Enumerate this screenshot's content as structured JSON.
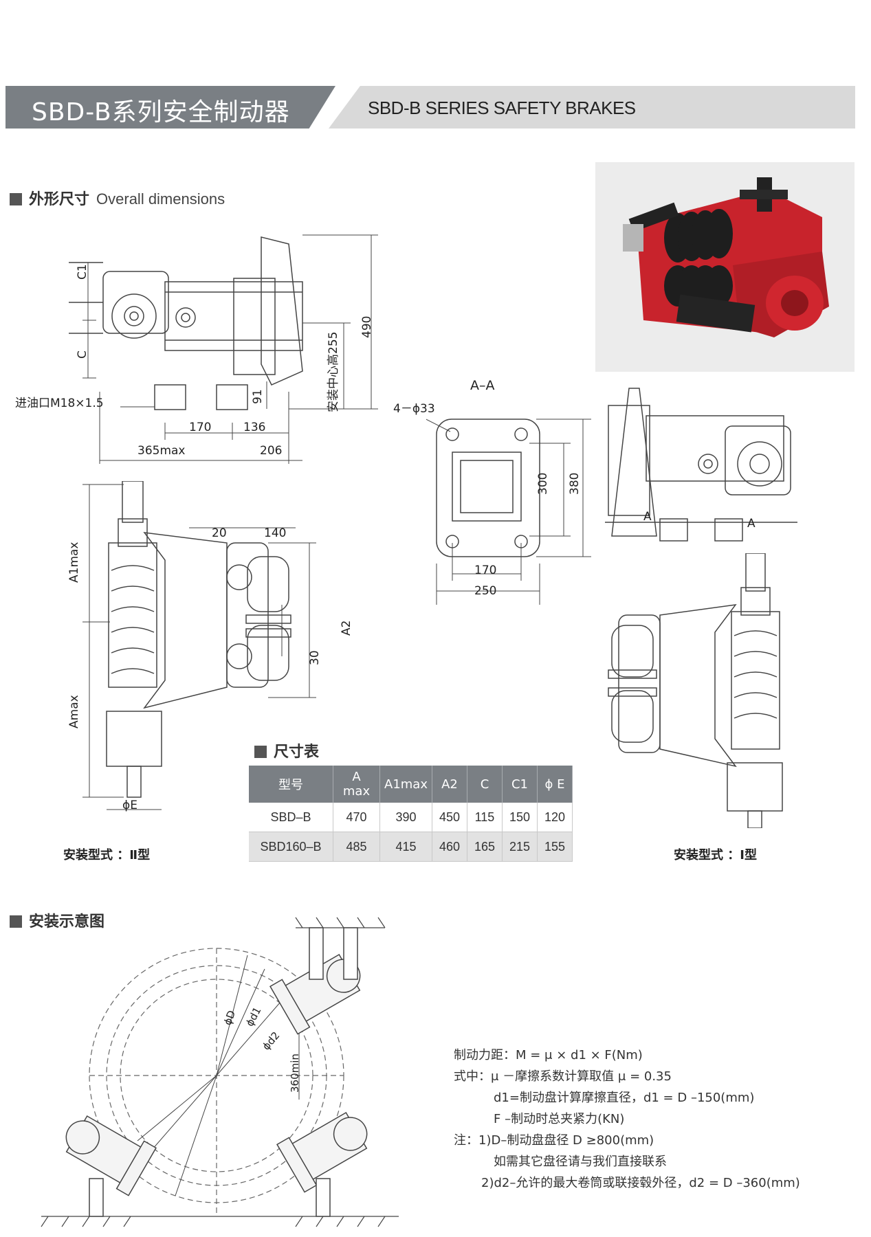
{
  "header": {
    "title_cn": "SBD-B系列安全制动器",
    "title_en": "SBD-B SERIES SAFETY BRAKES"
  },
  "sections": {
    "overall": {
      "cn": "外形尺寸",
      "en": "Overall dimensions"
    },
    "dim_table": "尺寸表",
    "install": "安装示意图"
  },
  "drawing_labels": {
    "c1": "C1",
    "c": "C",
    "oil_inlet": "进油口M18×1.5",
    "d91": "91",
    "center_height": "安装中心高255",
    "d490": "490",
    "d170": "170",
    "d136": "136",
    "d365": "365max",
    "d206": "206",
    "holes": "4－ϕ33",
    "section_aa": "A–A",
    "d300": "300",
    "d380": "380",
    "d170b": "170",
    "d250": "250",
    "mark_a1": "A",
    "mark_a2": "A",
    "a1max": "A1max",
    "amax": "Amax",
    "d20": "20",
    "d140": "140",
    "a2": "A2",
    "d30": "30",
    "phi_e": "ϕE",
    "type2": "安装型式 ：Ⅱ型",
    "type1": "安装型式 ：Ⅰ型",
    "phi_d": "ϕD",
    "phi_d1": "ϕd1",
    "phi_d2": "ϕd2",
    "d360min": "360min"
  },
  "table": {
    "headers": [
      "型号",
      "A max",
      "A1max",
      "A2",
      "C",
      "C1",
      "ϕ E"
    ],
    "rows": [
      [
        "SBD–B",
        "470",
        "390",
        "450",
        "115",
        "150",
        "120"
      ],
      [
        "SBD160–B",
        "485",
        "415",
        "460",
        "165",
        "215",
        "155"
      ]
    ]
  },
  "formula": {
    "l1": "制动力距：M = μ × d1 × F(Nm)",
    "l2": "式中：μ －摩擦系数计算取值 μ = 0.35",
    "l3": "d1=制动盘计算摩擦直径，d1 = D –150(mm)",
    "l4": "F –制动时总夹紧力(KN)",
    "l5": "注：1)D–制动盘盘径 D ≥800(mm)",
    "l6": "如需其它盘径请与我们直接联系",
    "l7": "2)d2–允许的最大卷筒或联接毂外径，d2 = D –360(mm)"
  },
  "colors": {
    "banner_dark": "#7a7f84",
    "banner_light": "#d9d9d9",
    "brake_red": "#c8232c"
  }
}
